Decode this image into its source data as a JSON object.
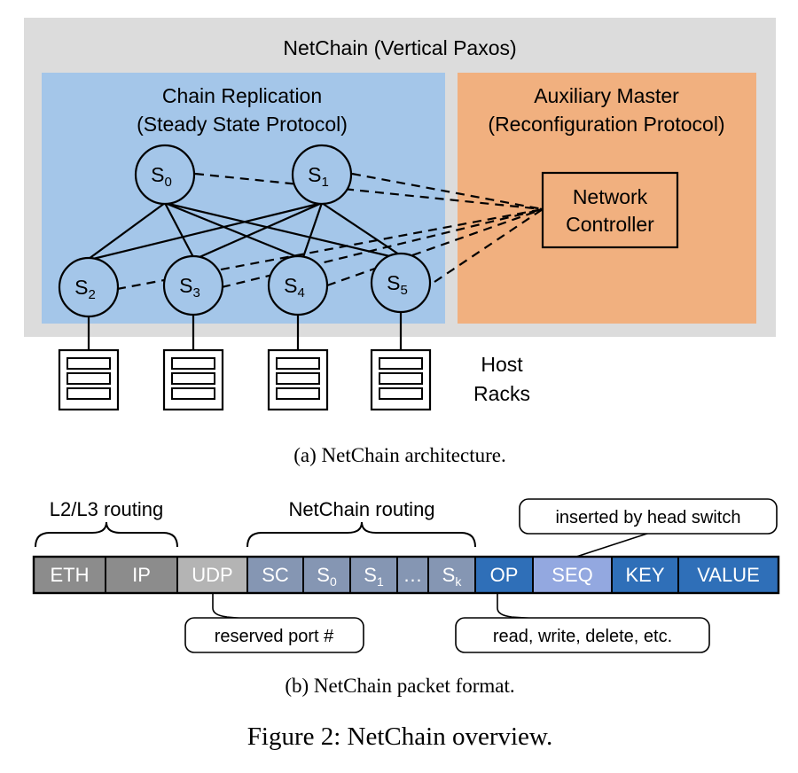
{
  "architecture": {
    "outer_title": "NetChain (Vertical Paxos)",
    "chain_title_1": "Chain Replication",
    "chain_title_2": "(Steady State Protocol)",
    "aux_title_1": "Auxiliary Master",
    "aux_title_2": "(Reconfiguration Protocol)",
    "controller_1": "Network",
    "controller_2": "Controller",
    "switches": [
      {
        "base": "S",
        "sub": "0"
      },
      {
        "base": "S",
        "sub": "1"
      },
      {
        "base": "S",
        "sub": "2"
      },
      {
        "base": "S",
        "sub": "3"
      },
      {
        "base": "S",
        "sub": "4"
      },
      {
        "base": "S",
        "sub": "5"
      }
    ],
    "host_label_1": "Host",
    "host_label_2": "Racks",
    "caption": "(a)  NetChain architecture.",
    "colors": {
      "outer": "#dcdcdc",
      "chain": "#a4c6e9",
      "aux": "#f1b07f",
      "switch_fill": "#a4c6e9"
    }
  },
  "packet": {
    "group_l2l3": "L2/L3 routing",
    "group_netchain": "NetChain routing",
    "fields": [
      {
        "base": "ETH",
        "sub": "",
        "color": "#8c8c8c"
      },
      {
        "base": "IP",
        "sub": "",
        "color": "#8c8c8c"
      },
      {
        "base": "UDP",
        "sub": "",
        "color": "#b4b4b4"
      },
      {
        "base": "SC",
        "sub": "",
        "color": "#8596b3"
      },
      {
        "base": "S",
        "sub": "0",
        "color": "#8596b3"
      },
      {
        "base": "S",
        "sub": "1",
        "color": "#8596b3"
      },
      {
        "base": "…",
        "sub": "",
        "color": "#8596b3"
      },
      {
        "base": "S",
        "sub": "k",
        "color": "#8596b3"
      },
      {
        "base": "OP",
        "sub": "",
        "color": "#2f6fb8"
      },
      {
        "base": "SEQ",
        "sub": "",
        "color": "#93a8e0"
      },
      {
        "base": "KEY",
        "sub": "",
        "color": "#2f6fb8"
      },
      {
        "base": "VALUE",
        "sub": "",
        "color": "#2f6fb8"
      }
    ],
    "callout_seq": "inserted by head switch",
    "callout_udp": "reserved port #",
    "callout_op": "read, write, delete, etc.",
    "caption": "(b)  NetChain packet format."
  },
  "figure_caption": "Figure 2: NetChain overview."
}
